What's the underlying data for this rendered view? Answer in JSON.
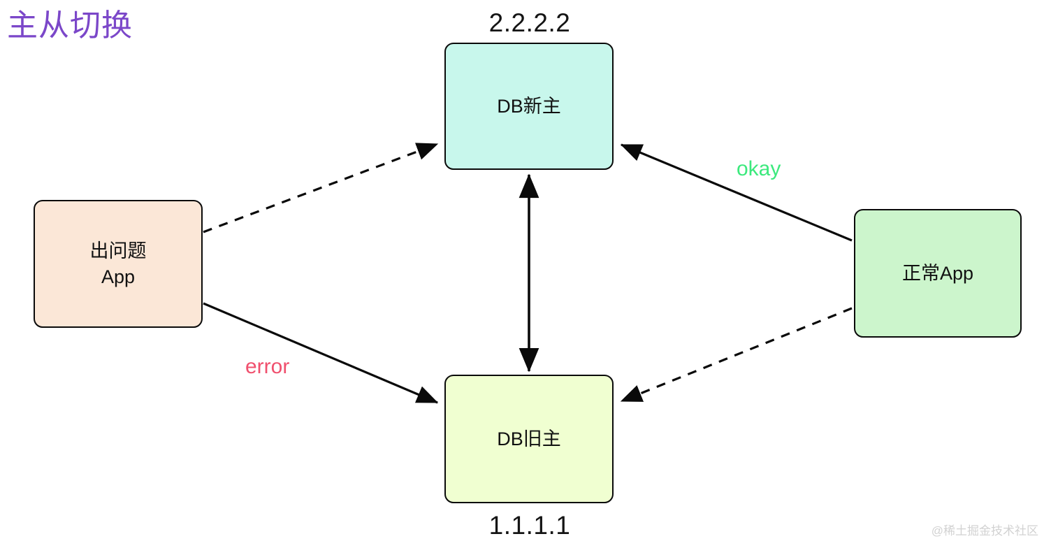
{
  "diagram": {
    "title": "主从切换",
    "nodes": [
      {
        "id": "db-new",
        "label": "DB新主",
        "ip": "2.2.2.2",
        "color": "#c8f7ec"
      },
      {
        "id": "db-old",
        "label": "DB旧主",
        "ip": "1.1.1.1",
        "color": "#f0ffd1"
      },
      {
        "id": "bad-app",
        "label": "出问题\nApp",
        "color": "#fbe7d7"
      },
      {
        "id": "good-app",
        "label": "正常App",
        "color": "#ccf5cc"
      }
    ],
    "edges": [
      {
        "from": "bad-app",
        "to": "db-new",
        "style": "dashed",
        "label": ""
      },
      {
        "from": "bad-app",
        "to": "db-old",
        "style": "solid",
        "label": "error",
        "label_color": "#f0506e"
      },
      {
        "from": "good-app",
        "to": "db-new",
        "style": "solid",
        "label": "okay",
        "label_color": "#3ce97d"
      },
      {
        "from": "good-app",
        "to": "db-old",
        "style": "dashed",
        "label": ""
      },
      {
        "from": "db-new",
        "to": "db-old",
        "style": "solid",
        "arrows": "both",
        "label": "主从切换",
        "label_color": "#7b47c9"
      }
    ],
    "center_label": "主从切换",
    "center_label_color": "#7b47c9",
    "label_okay": "okay",
    "label_error": "error",
    "ip_top": "2.2.2.2",
    "ip_bottom": "1.1.1.1",
    "watermark": "@稀土掘金技术社区"
  }
}
